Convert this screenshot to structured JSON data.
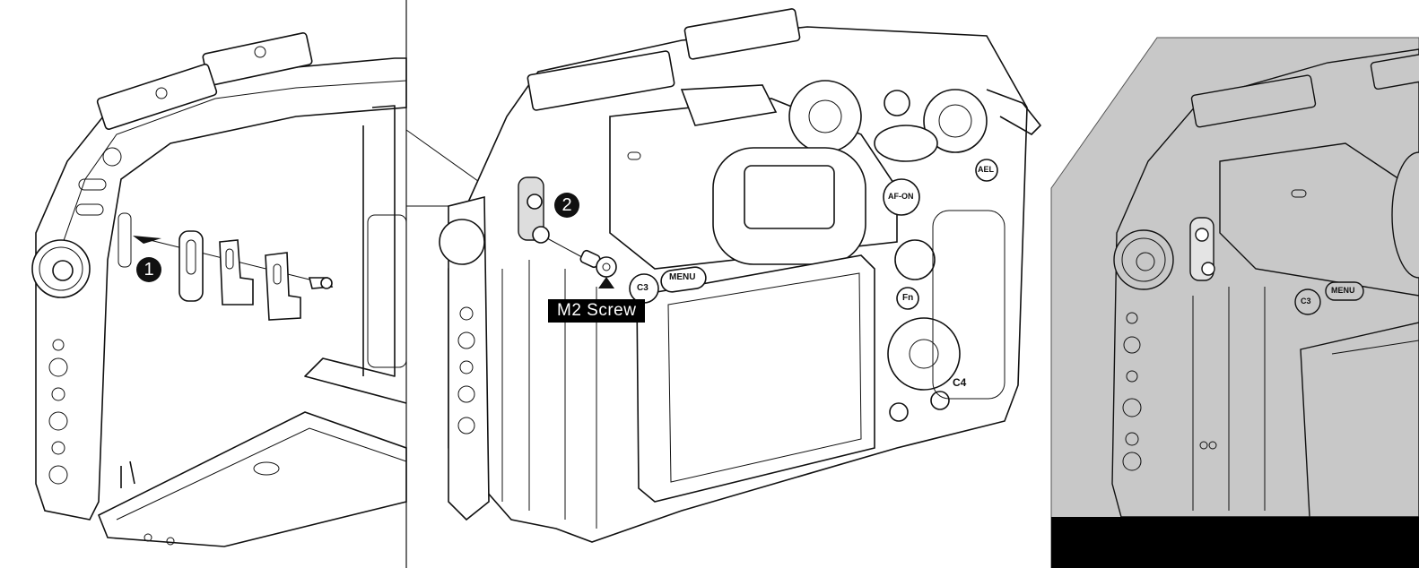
{
  "steps": [
    {
      "number": "1"
    },
    {
      "number": "2"
    }
  ],
  "callout": {
    "label": "M2 Screw"
  },
  "camera_buttons": {
    "c3": "C3",
    "menu": "MENU",
    "af_on": "AF-ON",
    "fn": "Fn",
    "c4": "C4",
    "ael": "AEL"
  },
  "colors": {
    "line": "#111111",
    "detail_panel_bg": "#c8c8c8",
    "label_bg": "#000000",
    "bottom_bar": "#000000"
  }
}
